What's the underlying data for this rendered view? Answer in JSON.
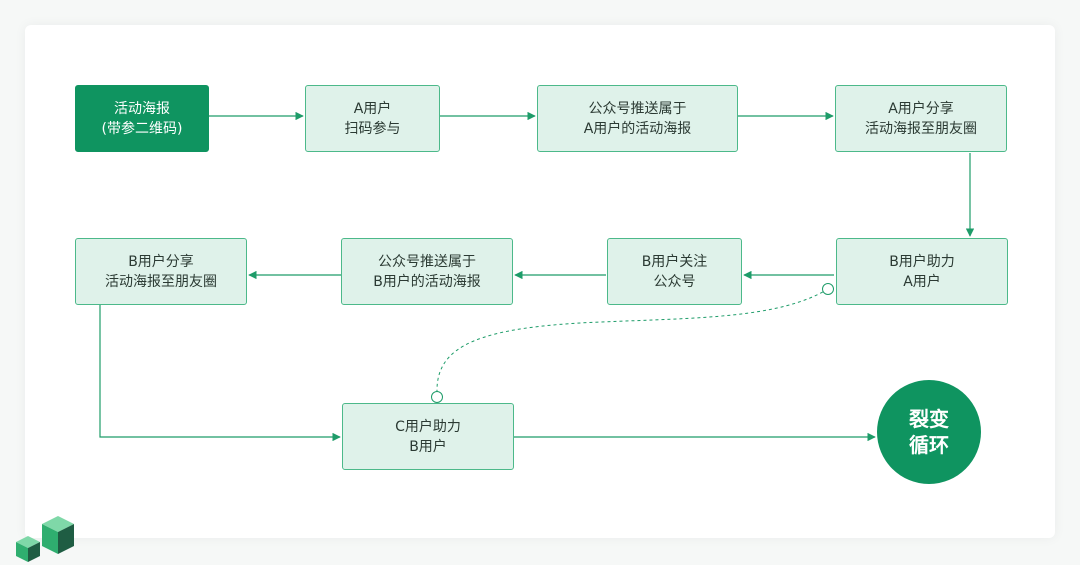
{
  "colors": {
    "accent": "#0f9460",
    "node_fill": "#dff2ea",
    "node_border": "#4cb98a",
    "line": "#1e9c69"
  },
  "nodes": {
    "poster": {
      "line1": "活动海报",
      "line2": "(带参二维码)"
    },
    "a_scan": {
      "line1": "A用户",
      "line2": "扫码参与"
    },
    "push_a": {
      "line1": "公众号推送属于",
      "line2": "A用户的活动海报"
    },
    "a_share": {
      "line1": "A用户分享",
      "line2": "活动海报至朋友圈"
    },
    "b_help": {
      "line1": "B用户助力",
      "line2": "A用户"
    },
    "b_follow": {
      "line1": "B用户关注",
      "line2": "公众号"
    },
    "push_b": {
      "line1": "公众号推送属于",
      "line2": "B用户的活动海报"
    },
    "b_share": {
      "line1": "B用户分享",
      "line2": "活动海报至朋友圈"
    },
    "c_help": {
      "line1": "C用户助力",
      "line2": "B用户"
    },
    "cycle": {
      "line1": "裂变",
      "line2": "循环"
    }
  }
}
